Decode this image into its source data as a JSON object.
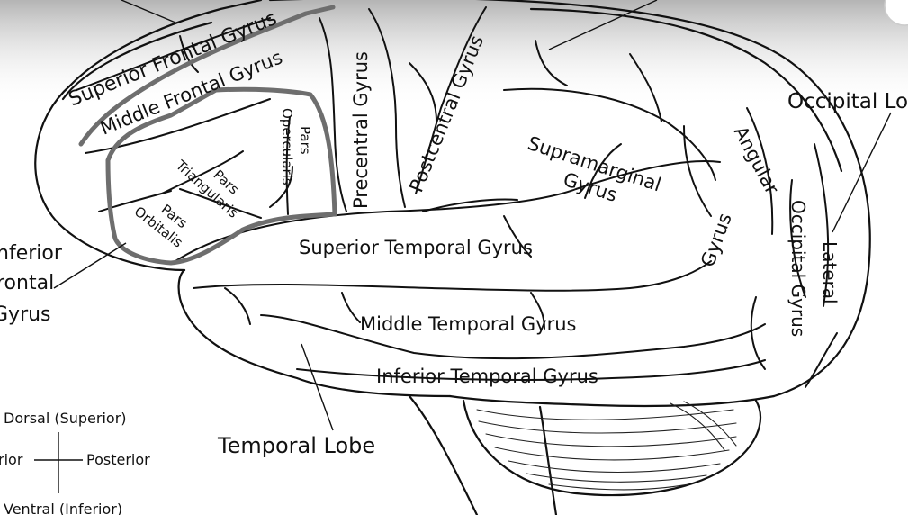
{
  "labels": {
    "superior_frontal_gyrus": "Superior Frontal Gyrus",
    "middle_frontal_gyrus": "Middle Frontal Gyrus",
    "pars_opercularis_1": "Pars",
    "pars_opercularis_2": "Opercularis",
    "pars_triangularis_1": "Pars",
    "pars_triangularis_2": "Triangularis",
    "pars_orbitalis_1": "Pars",
    "pars_orbitalis_2": "Orbitalis",
    "precentral_gyrus": "Precentral Gyrus",
    "postcentral_gyrus": "Postcentral Gyrus",
    "supramarginal_1": "Supramarginal",
    "supramarginal_2": "Gyrus",
    "angular_1": "Angular",
    "angular_2": "Gyrus",
    "occipital_lobe": "Occipital Lo",
    "lateral_occipital_1": "Lateral",
    "lateral_occipital_2": "Occipital Gyrus",
    "superior_temporal_gyrus": "Superior Temporal Gyrus",
    "middle_temporal_gyrus": "Middle Temporal Gyrus",
    "inferior_temporal_gyrus": "Inferior Temporal Gyrus",
    "temporal_lobe": "Temporal Lobe",
    "inferior_frontal_1": "nferior",
    "inferior_frontal_2": "rontal",
    "inferior_frontal_3": "Gyrus"
  },
  "compass": {
    "dorsal": "Dorsal (Superior)",
    "ventral": "Ventral (Inferior)",
    "anterior": "rior",
    "posterior": "Posterior"
  },
  "colors": {
    "outline": "#111111",
    "broca_outline": "#6e6e6e",
    "top_fade": "#b4b4b4",
    "background": "#ffffff"
  }
}
